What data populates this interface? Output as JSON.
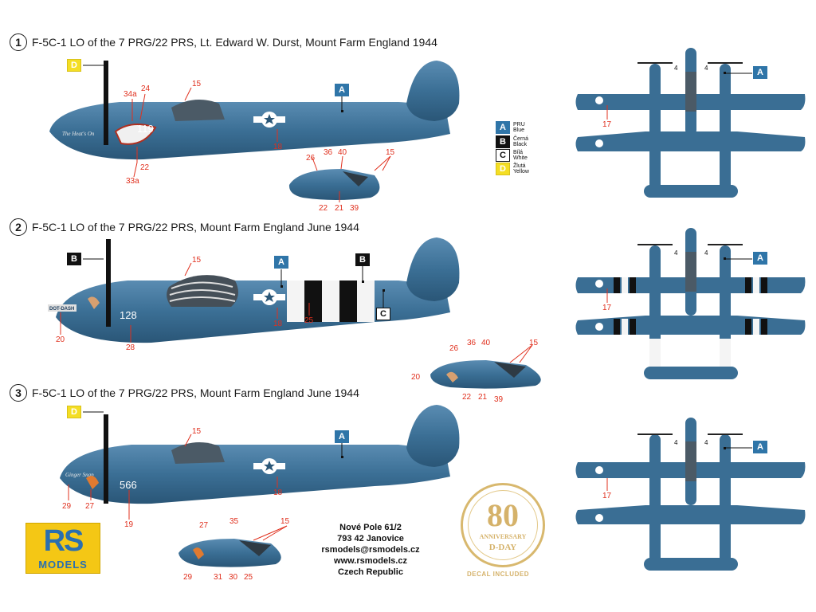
{
  "schemes": [
    {
      "number": "1",
      "title": "F-5C-1 LO of the 7 PRG/22 PRS, Lt. Edward W. Durst, Mount Farm England 1944",
      "aircraft_number": "119",
      "nose_art": "The Heat's On"
    },
    {
      "number": "2",
      "title": "F-5C-1 LO of the 7 PRG/22 PRS, Mount Farm England June 1944",
      "aircraft_number": "128",
      "nose_art": "DOT-DASH"
    },
    {
      "number": "3",
      "title": "F-5C-1 LO of the 7 PRG/22 PRS, Mount Farm England June 1944",
      "aircraft_number": "566",
      "nose_art": "Ginger Snap"
    }
  ],
  "legend": [
    {
      "letter": "A",
      "line1": "PRU",
      "line2": "Blue",
      "color": "#2f75a8"
    },
    {
      "letter": "B",
      "line1": "Černá",
      "line2": "Black",
      "color": "#111111"
    },
    {
      "letter": "C",
      "line1": "Bílá",
      "line2": "White",
      "color": "#ffffff"
    },
    {
      "letter": "D",
      "line1": "Žlutá",
      "line2": "Yellow",
      "color": "#f4de24"
    }
  ],
  "callouts": {
    "s1": [
      "34a",
      "24",
      "15",
      "22",
      "33a",
      "18"
    ],
    "s1_detail": [
      "26",
      "36",
      "40",
      "15",
      "22",
      "21",
      "39"
    ],
    "s2": [
      "15",
      "20",
      "28",
      "18",
      "25"
    ],
    "s2_detail": [
      "26",
      "36",
      "40",
      "15",
      "20",
      "22",
      "21",
      "39"
    ],
    "s3": [
      "15",
      "29",
      "27",
      "19",
      "18"
    ],
    "s3_detail": [
      "27",
      "35",
      "15",
      "29",
      "31",
      "30",
      "25"
    ],
    "plan": [
      "17",
      "17",
      "17",
      "4",
      "4",
      "4",
      "4",
      "4",
      "4"
    ]
  },
  "tags": {
    "A": "A",
    "B": "B",
    "C": "C",
    "D": "D"
  },
  "address": [
    "Nové Pole 61/2",
    "793 42 Janovice",
    "rsmodels@rsmodels.cz",
    "www.rsmodels.cz",
    "Czech Republic"
  ],
  "logo": {
    "top": "RS",
    "bottom": "MODELS"
  },
  "seal": {
    "number": "80",
    "line1": "ANNIVERSARY",
    "line2": "D-DAY"
  },
  "decal_note": "DECAL INCLUDED",
  "colors": {
    "pru_blue": "#3a6e94",
    "dark_blue": "#2c5b7e",
    "callout_red": "#e0301e"
  }
}
